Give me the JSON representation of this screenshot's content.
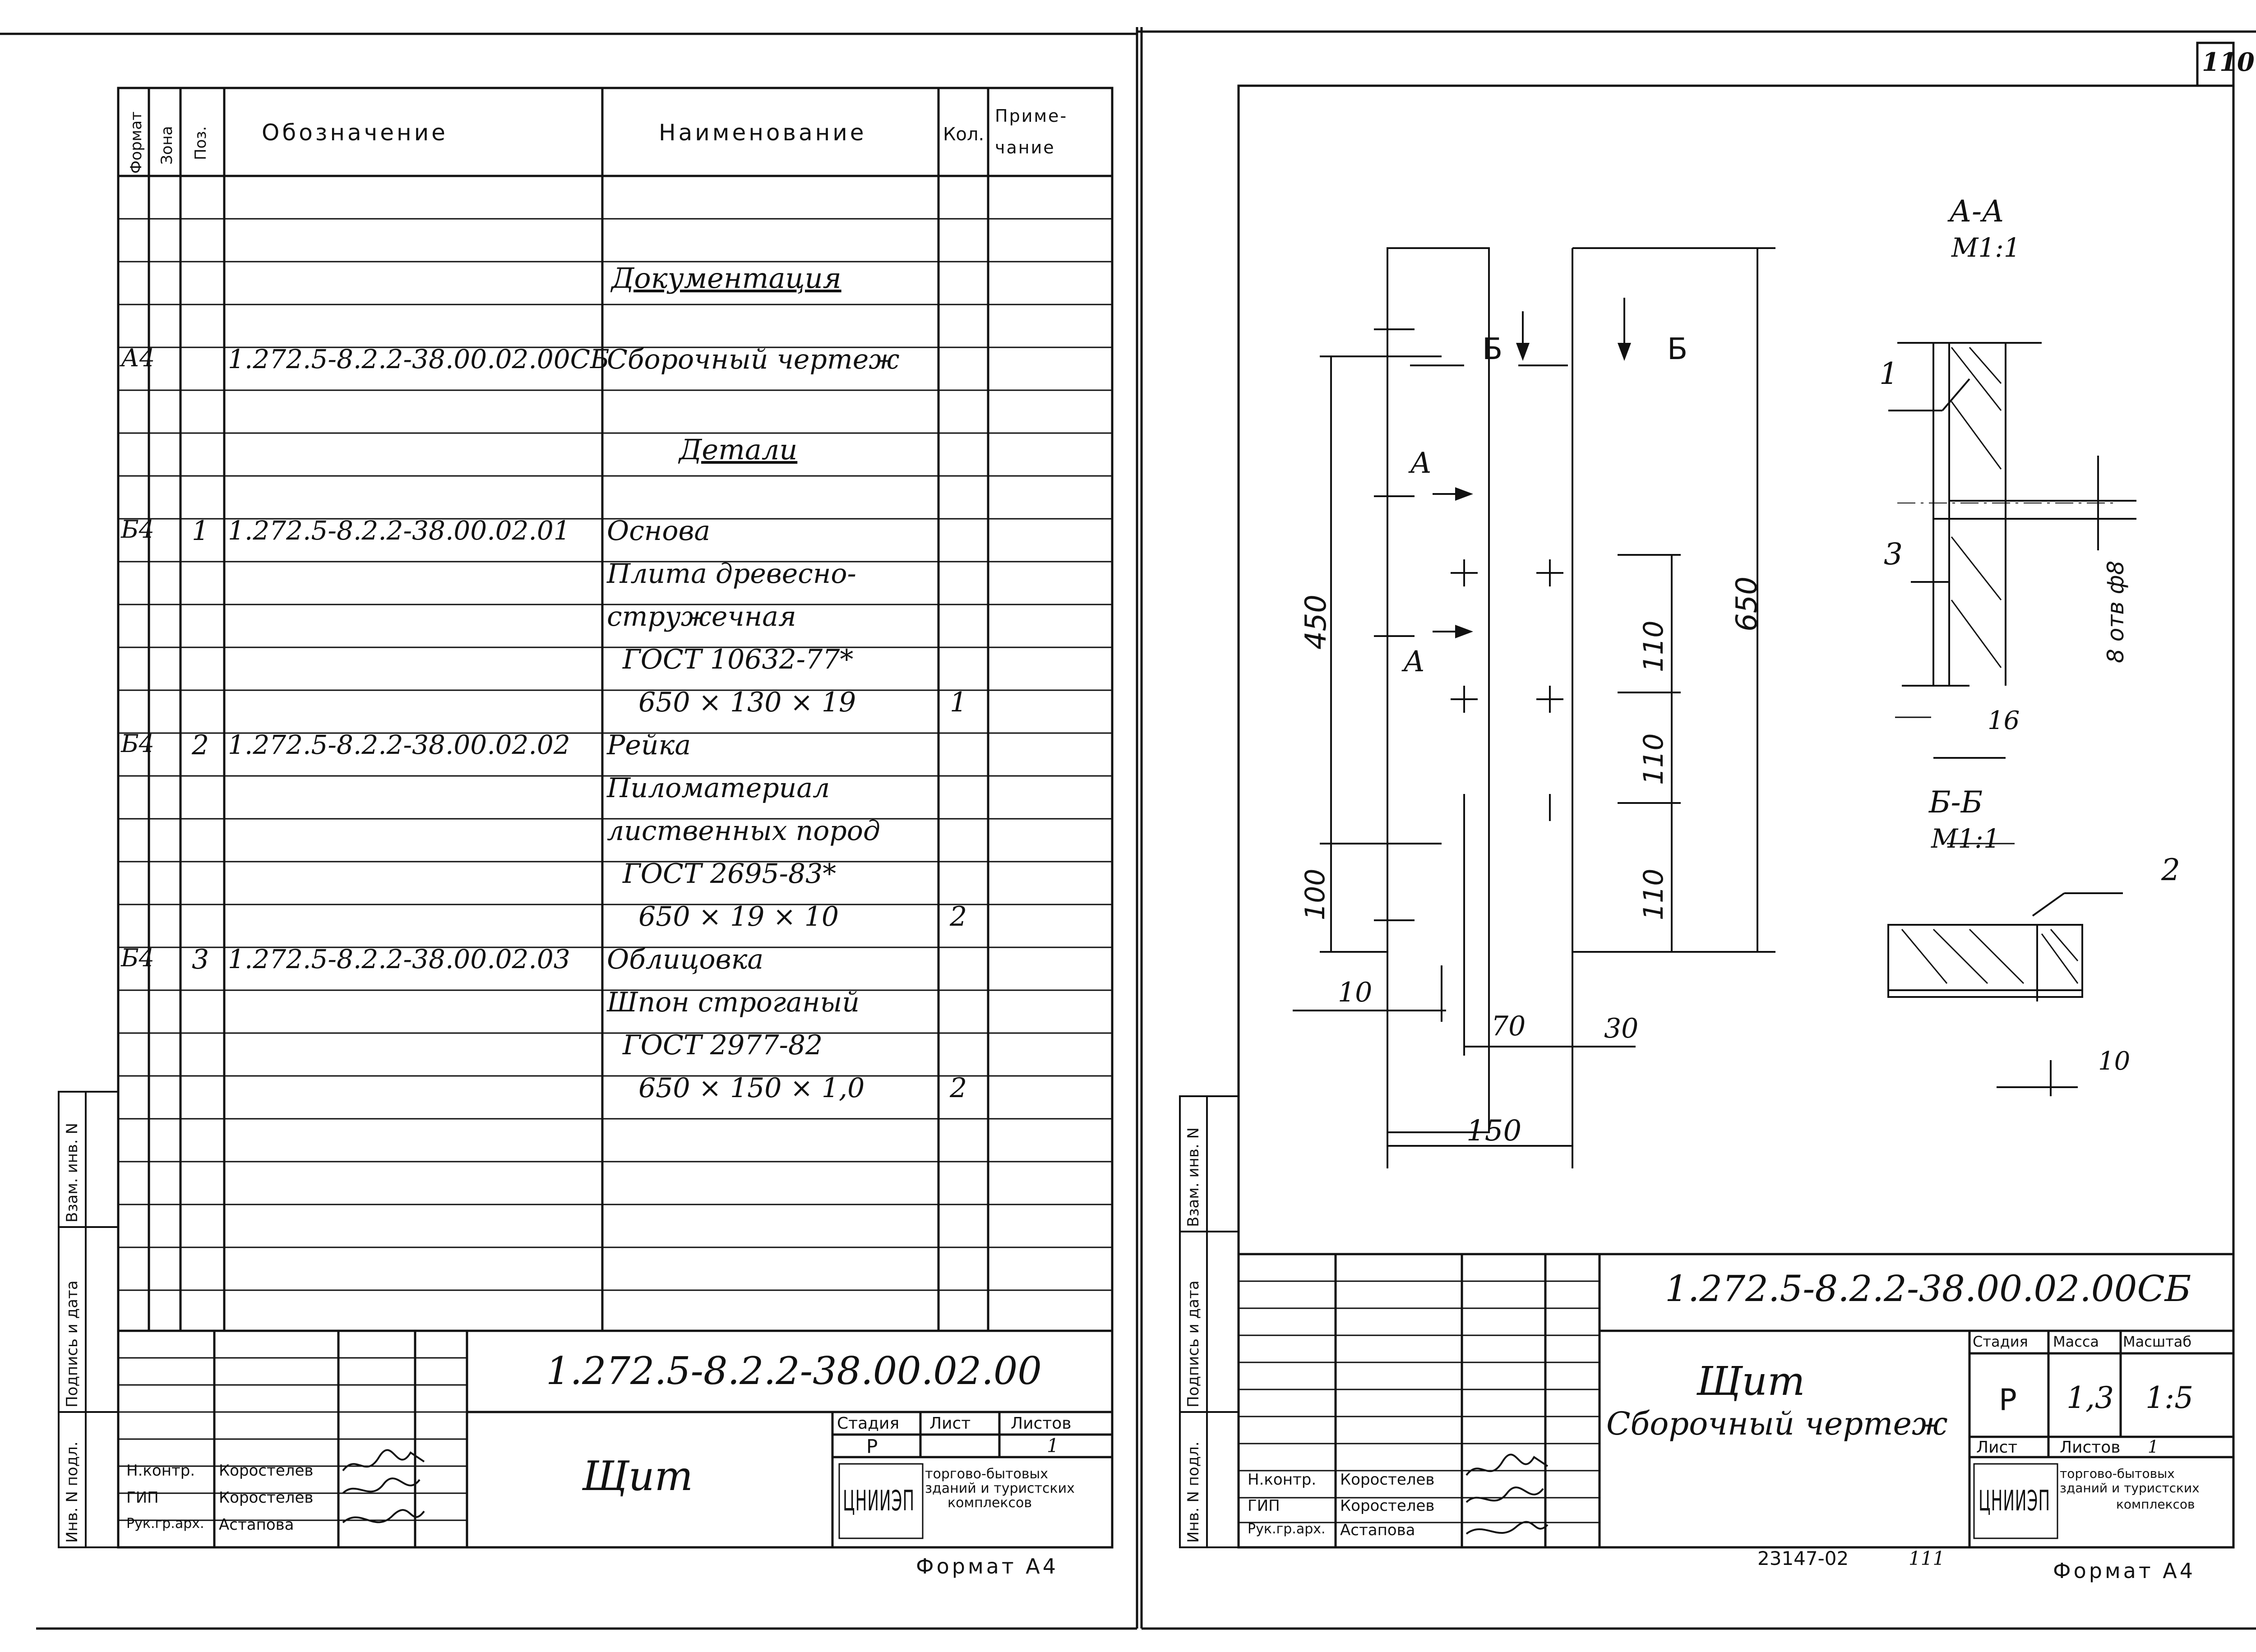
{
  "page_number": "110",
  "left_sheet": {
    "headers": {
      "format": "Формат",
      "zone": "Зона",
      "pos": "Поз.",
      "designation": "Обозначение",
      "name": "Наименование",
      "qty": "Кол.",
      "note_1": "Приме-",
      "note_2": "чание"
    },
    "sections": {
      "documentation": "Документация",
      "details": "Детали"
    },
    "rows": [
      {
        "format": "А4",
        "pos": "",
        "designation": "1.272.5-8.2.2-38.00.02.00СБ",
        "name": "Сборочный чертеж",
        "qty": ""
      },
      {
        "format": "Б4",
        "pos": "1",
        "designation": "1.272.5-8.2.2-38.00.02.01",
        "name": "Основа",
        "qty": ""
      },
      {
        "format": "",
        "pos": "",
        "designation": "",
        "name": "Плита древесно-",
        "qty": ""
      },
      {
        "format": "",
        "pos": "",
        "designation": "",
        "name": "стружечная",
        "qty": ""
      },
      {
        "format": "",
        "pos": "",
        "designation": "",
        "name": "ГОСТ 10632-77*",
        "qty": ""
      },
      {
        "format": "",
        "pos": "",
        "designation": "",
        "name": "650 × 130 × 19",
        "qty": "1"
      },
      {
        "format": "Б4",
        "pos": "2",
        "designation": "1.272.5-8.2.2-38.00.02.02",
        "name": "Рейка",
        "qty": ""
      },
      {
        "format": "",
        "pos": "",
        "designation": "",
        "name": "Пиломатериал",
        "qty": ""
      },
      {
        "format": "",
        "pos": "",
        "designation": "",
        "name": "лиственных пород",
        "qty": ""
      },
      {
        "format": "",
        "pos": "",
        "designation": "",
        "name": "ГОСТ 2695-83*",
        "qty": ""
      },
      {
        "format": "",
        "pos": "",
        "designation": "",
        "name": "650 × 19 × 10",
        "qty": "2"
      },
      {
        "format": "Б4",
        "pos": "3",
        "designation": "1.272.5-8.2.2-38.00.02.03",
        "name": "Облицовка",
        "qty": ""
      },
      {
        "format": "",
        "pos": "",
        "designation": "",
        "name": "Шпон строганый",
        "qty": ""
      },
      {
        "format": "",
        "pos": "",
        "designation": "",
        "name": "ГОСТ 2977-82",
        "qty": ""
      },
      {
        "format": "",
        "pos": "",
        "designation": "",
        "name": "650 × 150 × 1,0",
        "qty": "2"
      }
    ],
    "side_labels": {
      "inv_sub": "Инв. N подл.",
      "sign_date": "Подпись и дата",
      "vzam": "Взам. инв. N"
    },
    "title_block": {
      "code": "1.272.5-8.2.2-38.00.02.00",
      "title": "Щит",
      "stage_label": "Стадия",
      "sheet_label": "Лист",
      "sheets_label": "Листов",
      "stage": "Р",
      "sheets": "1",
      "roles": [
        "Н.контр.",
        "ГИП",
        "Рук.гр.арх."
      ],
      "names": [
        "Коростелев",
        "Коростелев",
        "Астапова"
      ],
      "org_logo": "ЦНИИЭП",
      "org_name_1": "торгово-бытовых",
      "org_name_2": "зданий и туристских",
      "org_name_3": "комплексов"
    },
    "format": "Формат А4"
  },
  "right_sheet": {
    "drawing": {
      "section_aa": "А-А",
      "scale_aa": "М1:1",
      "section_bb": "Б-Б",
      "scale_bb": "М1:1",
      "cut_a": "А",
      "cut_b": "Б",
      "dims": {
        "d450": "450",
        "d650": "650",
        "d110a": "110",
        "d110b": "110",
        "d110c": "110",
        "d100": "100",
        "d10": "10",
        "d70": "70",
        "d30": "30",
        "d150": "150",
        "d16": "16",
        "d10b": "10",
        "holes": "8 отв ф8"
      },
      "callouts": [
        "1",
        "2",
        "3"
      ]
    },
    "side_labels": {
      "inv_sub": "Инв. N подл.",
      "sign_date": "Подпись и дата",
      "vzam": "Взам. инв. N"
    },
    "title_block": {
      "code": "1.272.5-8.2.2-38.00.02.00СБ",
      "title_1": "Щит",
      "title_2": "Сборочный чертеж",
      "stage_label": "Стадия",
      "mass_label": "Масса",
      "scale_label": "Масштаб",
      "stage": "Р",
      "mass": "1,3",
      "scale": "1:5",
      "sheet_label": "Лист",
      "sheets_label": "Листов",
      "sheets": "1",
      "roles": [
        "Н.контр.",
        "ГИП",
        "Рук.гр.арх."
      ],
      "names": [
        "Коростелев",
        "Коростелев",
        "Астапова"
      ],
      "org_logo": "ЦНИИЭП",
      "org_name_1": "торгово-бытовых",
      "org_name_2": "зданий и туристских",
      "org_name_3": "комплексов"
    },
    "archive_no": "23147-02",
    "archive_page": "111",
    "format": "Формат А4"
  }
}
